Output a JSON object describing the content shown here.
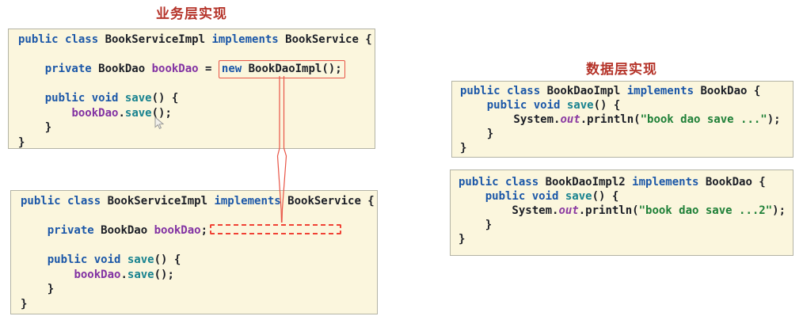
{
  "titles": {
    "left": "业务层实现",
    "right": "数据层实现"
  },
  "colors": {
    "title": "#b5342a",
    "keyword": "#1b57a8",
    "plain": "#1b1e26",
    "method": "#17828f",
    "variable": "#8232a3",
    "string": "#1f8038",
    "field": "#8b3ba2",
    "annotation": "#e85446",
    "dash": "#f04134",
    "block_bg": "#fbf6dd",
    "block_border": "#b3b3a4"
  },
  "icons": {
    "connector": "injection-arrow",
    "cursor": "mouse-cursor"
  },
  "code_blocks": [
    {
      "id": "service-impl-new",
      "lines": [
        [
          [
            "k",
            "public class "
          ],
          [
            "p",
            "BookServiceImpl "
          ],
          [
            "k",
            "implements "
          ],
          [
            "p",
            "BookService {"
          ]
        ],
        [],
        [
          [
            "p",
            "    "
          ],
          [
            "k",
            "private "
          ],
          [
            "p",
            "BookDao "
          ],
          [
            "v",
            "bookDao"
          ],
          [
            "p",
            " = "
          ],
          [
            "box",
            [
              [
                "k",
                "new"
              ],
              [
                "p",
                " BookDaoImpl();"
              ]
            ]
          ]
        ],
        [],
        [
          [
            "p",
            "    "
          ],
          [
            "k",
            "public void "
          ],
          [
            "m",
            "save"
          ],
          [
            "p",
            "() {"
          ]
        ],
        [
          [
            "p",
            "        "
          ],
          [
            "v",
            "bookDao"
          ],
          [
            "p",
            "."
          ],
          [
            "m",
            "save"
          ],
          [
            "p",
            "();"
          ]
        ],
        [
          [
            "p",
            "    }"
          ]
        ],
        [
          [
            "p",
            "}"
          ]
        ]
      ]
    },
    {
      "id": "service-impl-field",
      "lines": [
        [
          [
            "k",
            "public class "
          ],
          [
            "p",
            "BookServiceImpl "
          ],
          [
            "k",
            "implements "
          ],
          [
            "p",
            "BookService {"
          ]
        ],
        [],
        [
          [
            "p",
            "    "
          ],
          [
            "k",
            "private "
          ],
          [
            "p",
            "BookDao "
          ],
          [
            "v",
            "bookDao"
          ],
          [
            "p",
            ";"
          ],
          [
            "dash",
            ""
          ]
        ],
        [],
        [
          [
            "p",
            "    "
          ],
          [
            "k",
            "public void "
          ],
          [
            "m",
            "save"
          ],
          [
            "p",
            "() {"
          ]
        ],
        [
          [
            "p",
            "        "
          ],
          [
            "v",
            "bookDao"
          ],
          [
            "p",
            "."
          ],
          [
            "m",
            "save"
          ],
          [
            "p",
            "();"
          ]
        ],
        [
          [
            "p",
            "    }"
          ]
        ],
        [
          [
            "p",
            "}"
          ]
        ]
      ]
    },
    {
      "id": "dao-impl-1",
      "lines": [
        [
          [
            "k",
            "public class "
          ],
          [
            "p",
            "BookDaoImpl "
          ],
          [
            "k",
            "implements "
          ],
          [
            "p",
            "BookDao {"
          ]
        ],
        [
          [
            "p",
            "    "
          ],
          [
            "k",
            "public void "
          ],
          [
            "m",
            "save"
          ],
          [
            "p",
            "() {"
          ]
        ],
        [
          [
            "p",
            "        System."
          ],
          [
            "f",
            "out"
          ],
          [
            "p",
            ".println("
          ],
          [
            "s",
            "\"book dao save ...\""
          ],
          [
            "p",
            ");"
          ]
        ],
        [
          [
            "p",
            "    }"
          ]
        ],
        [
          [
            "p",
            "}"
          ]
        ]
      ]
    },
    {
      "id": "dao-impl-2",
      "lines": [
        [
          [
            "k",
            "public class "
          ],
          [
            "p",
            "BookDaoImpl2 "
          ],
          [
            "k",
            "implements "
          ],
          [
            "p",
            "BookDao {"
          ]
        ],
        [
          [
            "p",
            "    "
          ],
          [
            "k",
            "public void "
          ],
          [
            "m",
            "save"
          ],
          [
            "p",
            "() {"
          ]
        ],
        [
          [
            "p",
            "        System."
          ],
          [
            "f",
            "out"
          ],
          [
            "p",
            ".println("
          ],
          [
            "s",
            "\"book dao save ...2\""
          ],
          [
            "p",
            ");"
          ]
        ],
        [
          [
            "p",
            "    }"
          ]
        ],
        [
          [
            "p",
            "}"
          ]
        ]
      ]
    }
  ]
}
